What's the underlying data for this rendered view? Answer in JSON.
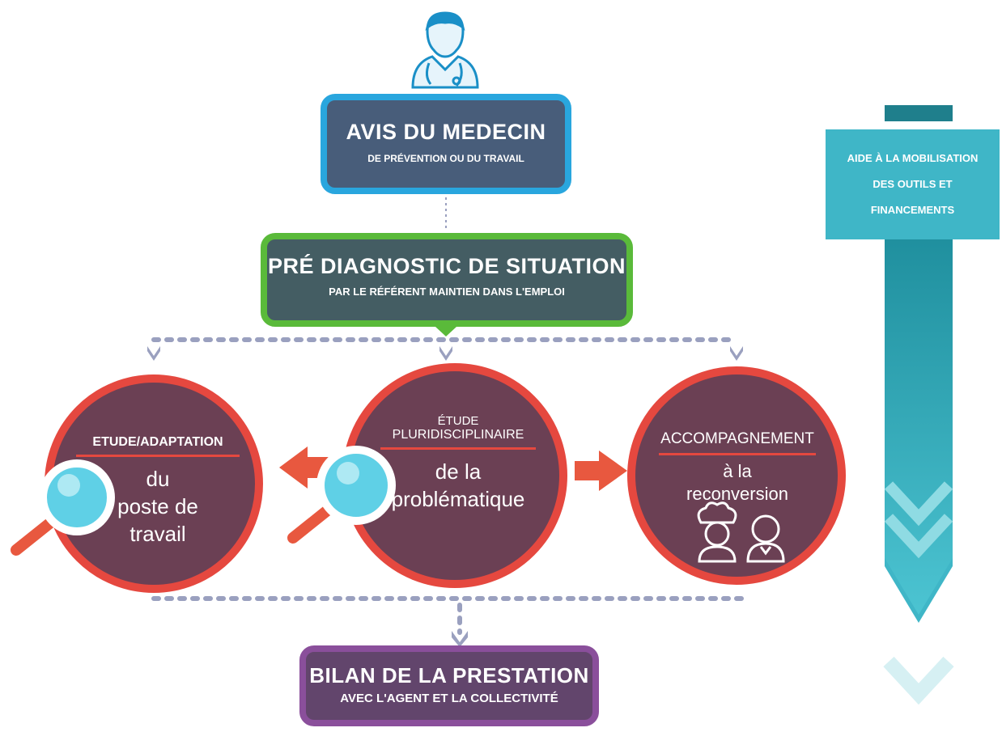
{
  "avis": {
    "title": "AVIS DU MEDECIN",
    "subtitle": "DE PRÉVENTION OU DU TRAVAIL"
  },
  "pre_diagnostic": {
    "title": "PRÉ DIAGNOSTIC DE SITUATION",
    "subtitle": "PAR LE RÉFÉRENT MAINTIEN DANS L'EMPLOI"
  },
  "circles": [
    {
      "title_lines": [
        "ETUDE/ADAPTATION"
      ],
      "sub_lines": [
        "du",
        "poste de",
        "travail"
      ]
    },
    {
      "title_lines": [
        "ÉTUDE",
        "PLURIDISCIPLINAIRE"
      ],
      "sub_lines": [
        "de la",
        "problématique"
      ]
    },
    {
      "title_lines": [
        "ACCOMPAGNEMENT"
      ],
      "sub_lines": [
        "à la",
        "reconversion"
      ]
    }
  ],
  "bilan": {
    "title": "BILAN DE LA PRESTATION",
    "subtitle": "AVEC L'AGENT ET LA COLLECTIVITÉ"
  },
  "side_banner": {
    "lines": [
      "AIDE À LA MOBILISATION",
      "DES OUTILS ET",
      "FINANCEMENTS"
    ]
  },
  "colors": {
    "blue_border": "#29a6de",
    "green_border": "#5aba3a",
    "red_border": "#e5483f",
    "purple_border": "#8a4f9b",
    "teal": "#3fb6c7",
    "dot": "#9aa0bf"
  },
  "icons": [
    "doctor-icon",
    "magnifier-icon",
    "arrow-left-icon",
    "arrow-right-icon",
    "chef-icon",
    "waiter-icon",
    "chevron-down-icon"
  ]
}
